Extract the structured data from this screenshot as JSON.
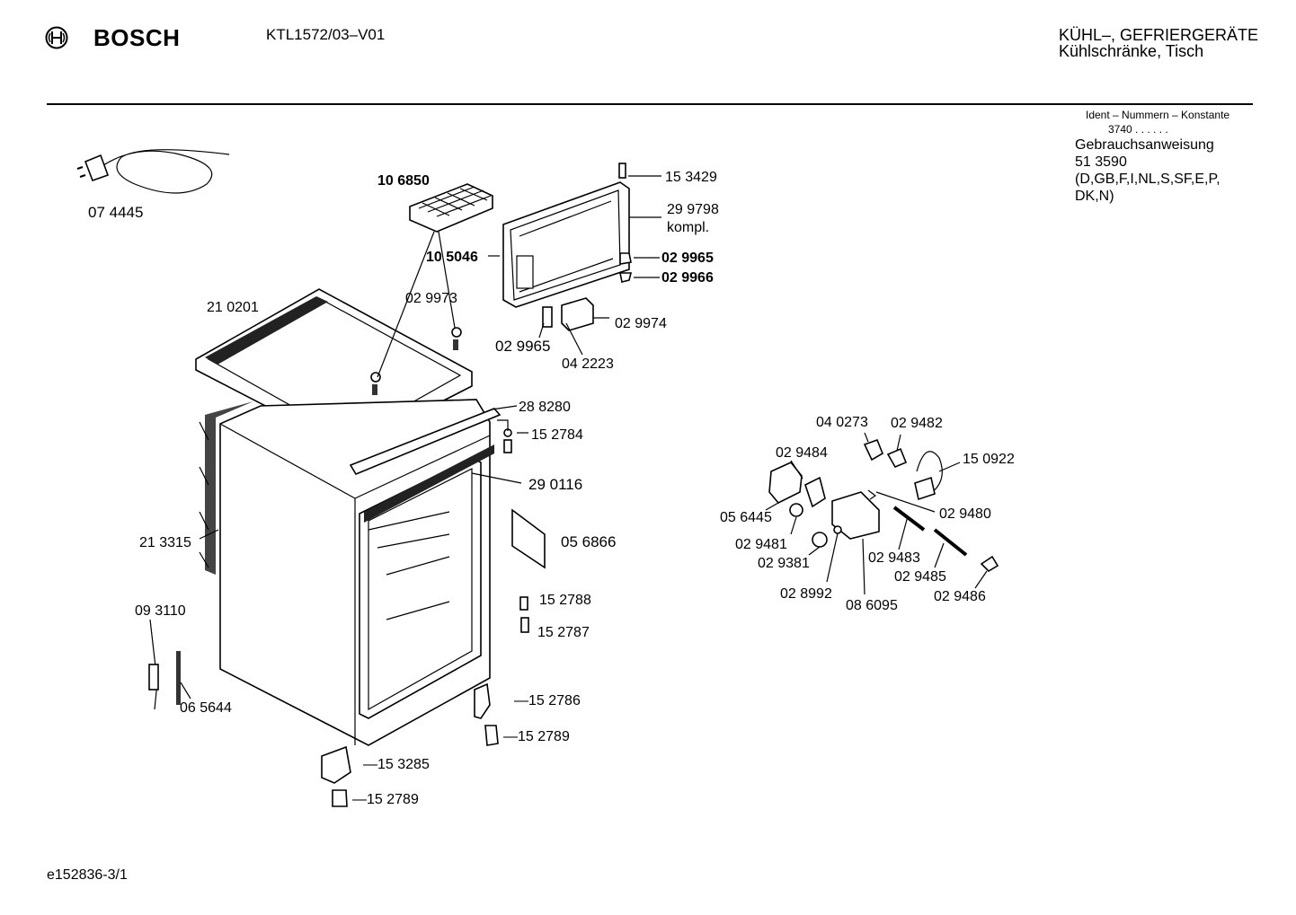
{
  "header": {
    "brand": "BOSCH",
    "model": "KTL1572/03–V01",
    "category_line1": "KÜHL–, GEFRIERGERÄTE",
    "category_line2": "Kühlschränke, Tisch"
  },
  "info": {
    "ident_label": "Ident – Nummern – Konstante",
    "ident_code": "3740 . .  . . . .",
    "manual_title": "Gebrauchsanweisung",
    "manual_number": "51 3590",
    "manual_langs_line1": "(D,GB,F,I,NL,S,SF,E,P,",
    "manual_langs_line2": "DK,N)"
  },
  "parts": {
    "p074445": "07 4445",
    "p106850": "10 6850",
    "p153429": "15 3429",
    "p299798": "29 9798",
    "p299798_note": "kompl.",
    "p105046": "10 5046",
    "p029965a": "02 9965",
    "p029966": "02 9966",
    "p210201": "21 0201",
    "p029973": "02 9973",
    "p029974": "02 9974",
    "p029965b": "02 9965",
    "p042223": "04 2223",
    "p288280": "28 8280",
    "p152784": "15 2784",
    "p290116": "29 0116",
    "p213315": "21 3315",
    "p056866": "05 6866",
    "p152788": "15 2788",
    "p152787": "15 2787",
    "p093110": "09 3110",
    "p065644": "06 5644",
    "p152786": "—15 2786",
    "p152789a": "—15 2789",
    "p153285": "—15 3285",
    "p152789b": "—15 2789",
    "p040273": "04 0273",
    "p029482": "02 9482",
    "p029484": "02 9484",
    "p150922": "15 0922",
    "p056445": "05 6445",
    "p029480": "02 9480",
    "p029481": "02 9481",
    "p029381": "02 9381",
    "p029483": "02 9483",
    "p029485": "02 9485",
    "p028992": "02 8992",
    "p086095": "08 6095",
    "p029486": "02 9486"
  },
  "footer": {
    "drawing_id": "e152836-3/1"
  }
}
